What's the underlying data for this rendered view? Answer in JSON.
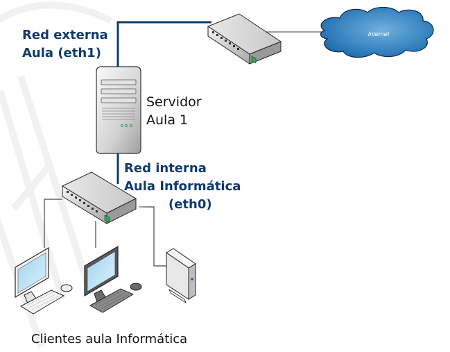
{
  "diagram": {
    "type": "network-topology",
    "colors": {
      "external_link": "#0e3a6e",
      "internal_link": "#0e3a6e",
      "lan_cable": "#555555",
      "cloud_fill": "#2f7fc0",
      "label_blue": "#0e3a6e",
      "led_green": "#2fa84a"
    },
    "labels": {
      "external_net_line1": "Red externa",
      "external_net_line2": "Aula (eth1)",
      "server_line1": "Servidor",
      "server_line2": "Aula 1",
      "internal_net_line1": "Red interna",
      "internal_net_line2": "Aula Informática",
      "internal_net_line3": "(eth0)",
      "internet": "Internet",
      "clients": "Clientes aula Informática"
    },
    "nodes": [
      {
        "id": "internet-cloud",
        "kind": "cloud",
        "label": "Internet"
      },
      {
        "id": "external-switch",
        "kind": "switch"
      },
      {
        "id": "server",
        "kind": "tower-server",
        "label": "Servidor Aula 1"
      },
      {
        "id": "internal-switch",
        "kind": "switch"
      },
      {
        "id": "client-1",
        "kind": "workstation"
      },
      {
        "id": "client-2",
        "kind": "workstation"
      },
      {
        "id": "client-3",
        "kind": "thin-client"
      }
    ],
    "links": [
      {
        "from": "server",
        "to": "external-switch",
        "interface": "eth1"
      },
      {
        "from": "external-switch",
        "to": "internet-cloud"
      },
      {
        "from": "server",
        "to": "internal-switch",
        "interface": "eth0"
      },
      {
        "from": "internal-switch",
        "to": "client-1"
      },
      {
        "from": "internal-switch",
        "to": "client-2"
      },
      {
        "from": "internal-switch",
        "to": "client-3"
      }
    ]
  }
}
